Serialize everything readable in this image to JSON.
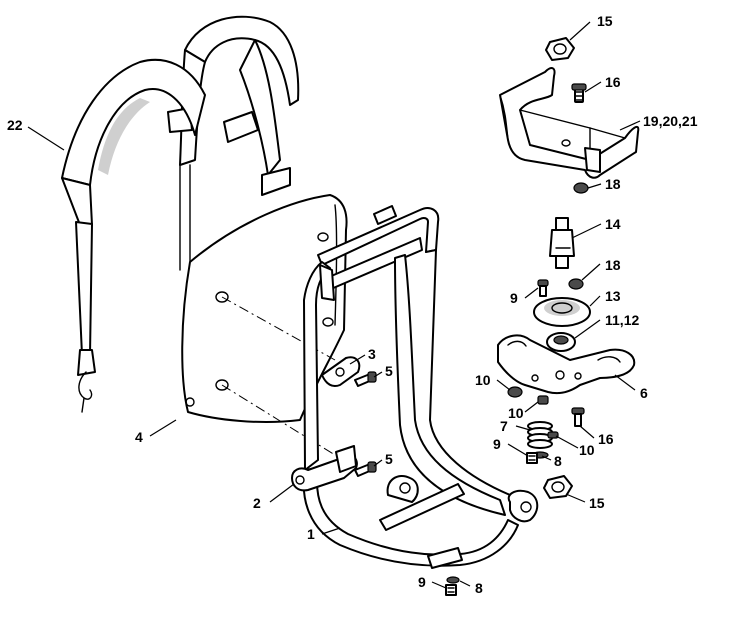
{
  "callouts": {
    "c1": "1",
    "c2": "2",
    "c3": "3",
    "c4": "4",
    "c5a": "5",
    "c5b": "5",
    "c6": "6",
    "c7": "7",
    "c8a": "8",
    "c8b": "8",
    "c9a": "9",
    "c9b": "9",
    "c9c": "9",
    "c10a": "10",
    "c10b": "10",
    "c10c": "10",
    "c11_12": "11,12",
    "c13": "13",
    "c14": "14",
    "c15a": "15",
    "c15b": "15",
    "c16a": "16",
    "c16b": "16",
    "c18a": "18",
    "c18b": "18",
    "c19_20_21": "19,20,21",
    "c22": "22"
  },
  "colors": {
    "line": "#000000",
    "background": "#ffffff",
    "shade": "#cfcfcf"
  }
}
